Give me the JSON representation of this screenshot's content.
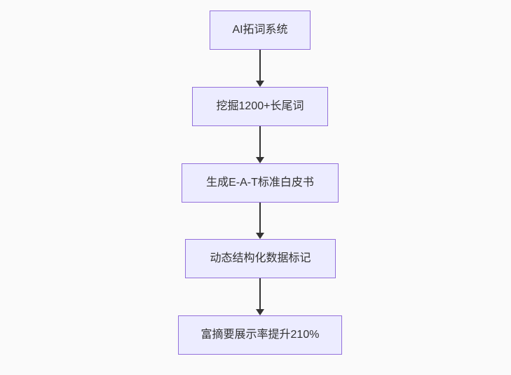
{
  "diagram": {
    "type": "flowchart-top-down",
    "nodes": [
      {
        "id": "n1",
        "label": "AI拓词系统"
      },
      {
        "id": "n2",
        "label": "挖掘1200+长尾词"
      },
      {
        "id": "n3",
        "label": "生成E-A-T标准白皮书"
      },
      {
        "id": "n4",
        "label": "动态结构化数据标记"
      },
      {
        "id": "n5",
        "label": "富摘要展示率提升210%"
      }
    ],
    "edges": [
      {
        "from": "n1",
        "to": "n2"
      },
      {
        "from": "n2",
        "to": "n3"
      },
      {
        "from": "n3",
        "to": "n4"
      },
      {
        "from": "n4",
        "to": "n5"
      }
    ]
  },
  "colors": {
    "background": "#fafafa",
    "node_fill": "#ECECFF",
    "node_border": "#9370DB",
    "node_text": "#333333",
    "edge": "#333333"
  }
}
